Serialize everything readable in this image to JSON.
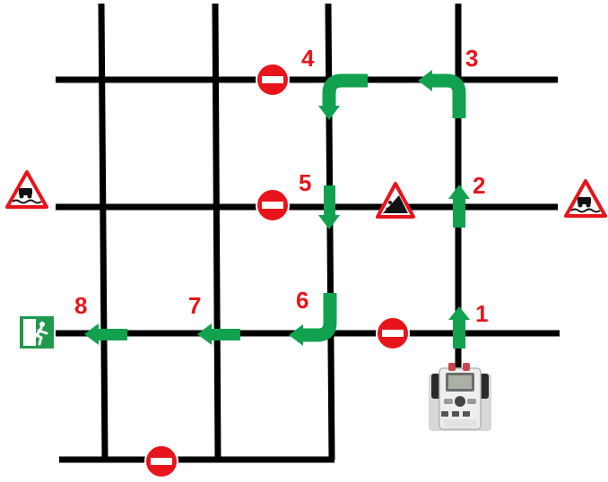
{
  "route_steps": [
    "1",
    "2",
    "3",
    "4",
    "5",
    "6",
    "7",
    "8"
  ],
  "icons": {
    "no_entry": "no-entry-sign",
    "quay_warning": "quay-edge-warning-sign",
    "falling_rocks": "falling-rocks-warning-sign",
    "exit": "emergency-exit-sign",
    "robot": "lego-ev3-brick-robot"
  },
  "colors": {
    "road": "#000000",
    "arrow": "#12a14e",
    "number": "#e8141b",
    "no_entry": "#e8141b",
    "exit": "#1f9a4c"
  }
}
